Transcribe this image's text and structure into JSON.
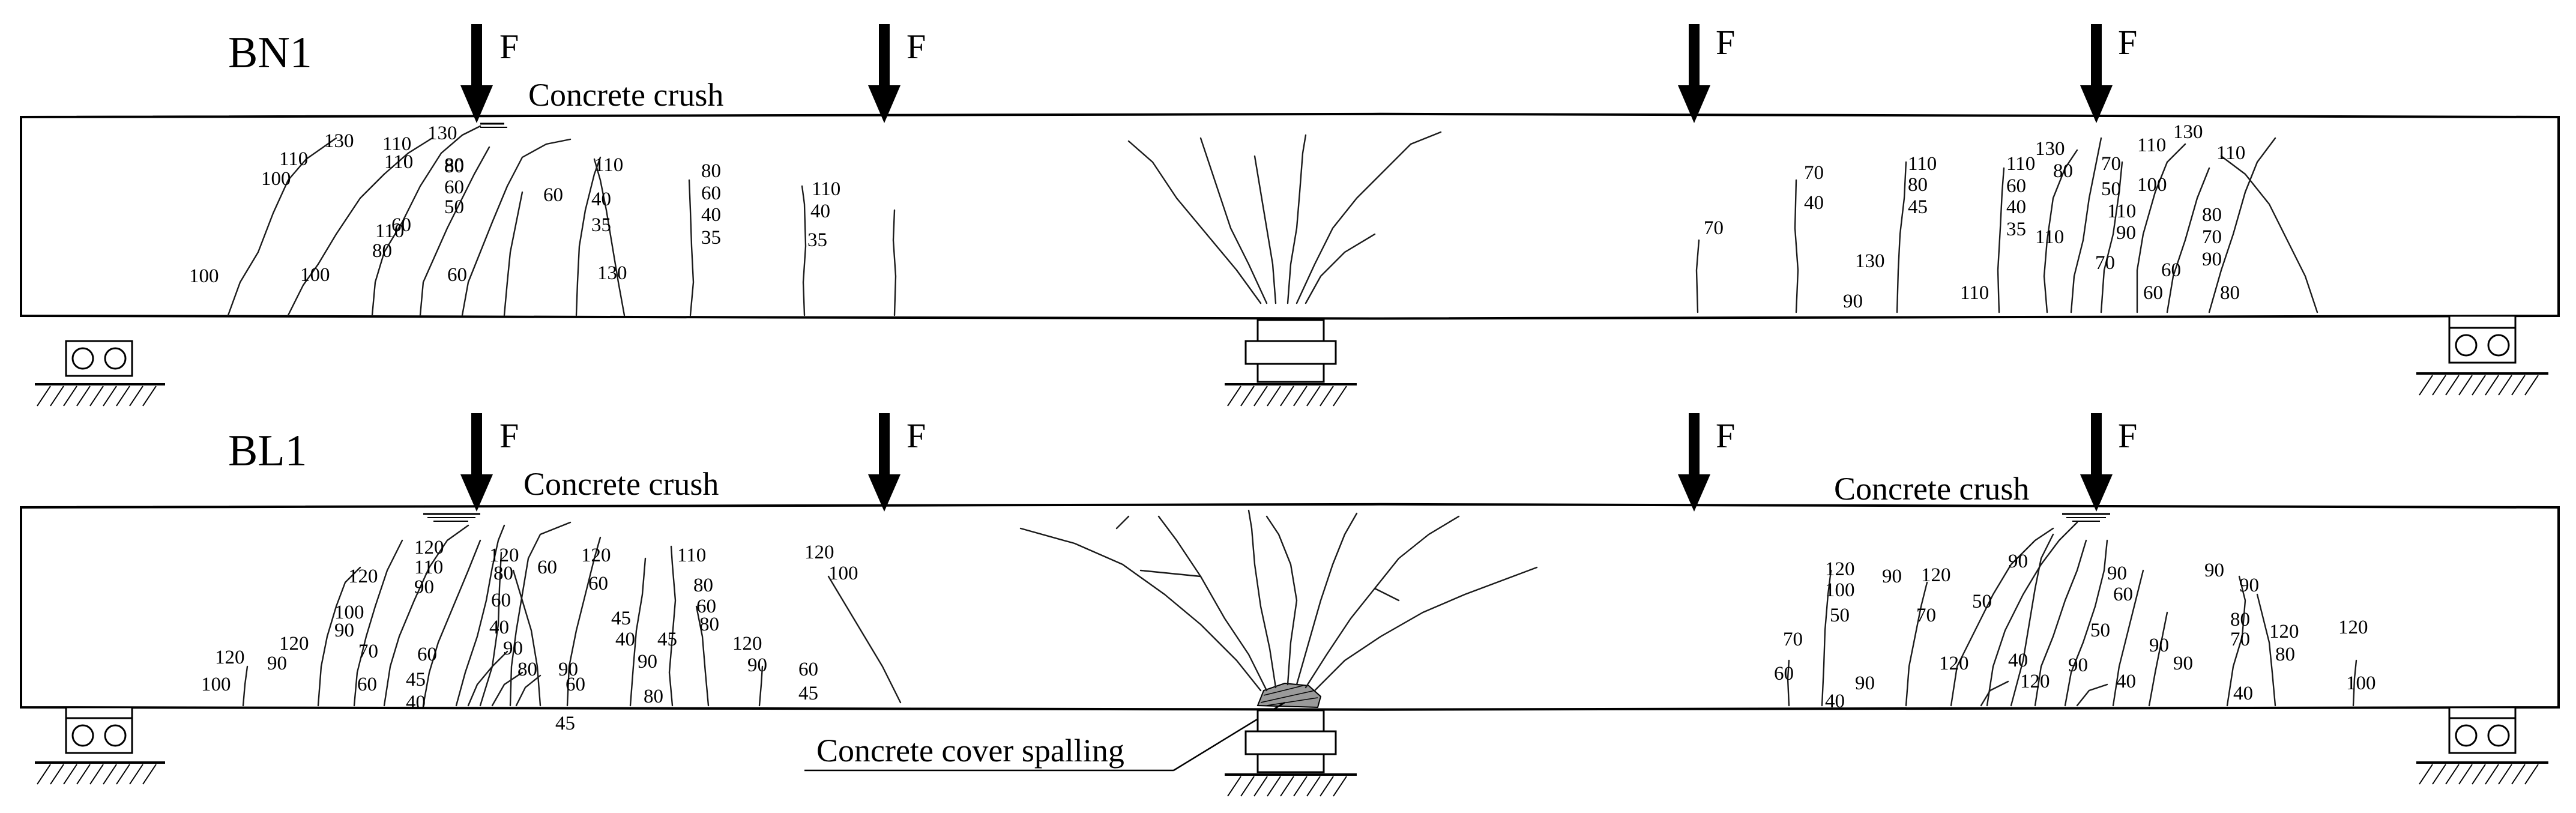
{
  "beams": [
    {
      "id": "BN1",
      "title": "BN1",
      "load_label": "F",
      "annotations": [
        "Concrete crush"
      ],
      "crack_labels": {
        "zone1": [
          "130",
          "110",
          "100",
          "110",
          "130",
          "110",
          "80",
          "80",
          "60",
          "50",
          "60",
          "60",
          "110",
          "80",
          "100",
          "60",
          "110",
          "40",
          "35",
          "130",
          "80",
          "60",
          "40",
          "35",
          "110",
          "40",
          "35"
        ],
        "zone2": [
          "70",
          "40",
          "70",
          "110",
          "80",
          "45",
          "130",
          "90",
          "110",
          "60",
          "40",
          "35",
          "110",
          "130",
          "80",
          "70",
          "50",
          "110",
          "90",
          "70",
          "60",
          "110",
          "130",
          "110",
          "100",
          "80",
          "70",
          "90",
          "60",
          "80"
        ]
      }
    },
    {
      "id": "BL1",
      "title": "BL1",
      "load_label": "F",
      "annotations": [
        "Concrete crush",
        "Concrete crush",
        "Concrete cover spalling"
      ],
      "crack_labels": {
        "zone1": [
          "120",
          "110",
          "90",
          "120",
          "100",
          "90",
          "120",
          "90",
          "70",
          "120",
          "100",
          "60",
          "45",
          "40",
          "60",
          "120",
          "80",
          "60",
          "40",
          "90",
          "80",
          "60",
          "90",
          "45",
          "120",
          "60",
          "45",
          "40",
          "90",
          "80",
          "110",
          "80",
          "60",
          "80",
          "45",
          "120",
          "90",
          "120",
          "100",
          "60",
          "45"
        ],
        "zone2": [
          "120",
          "100",
          "50",
          "70",
          "60",
          "40",
          "90",
          "90",
          "120",
          "70",
          "50",
          "120",
          "40",
          "120",
          "90",
          "90",
          "60",
          "50",
          "90",
          "40",
          "90",
          "90",
          "90",
          "80",
          "70",
          "120",
          "80",
          "40",
          "120",
          "100",
          "90"
        ]
      }
    }
  ]
}
